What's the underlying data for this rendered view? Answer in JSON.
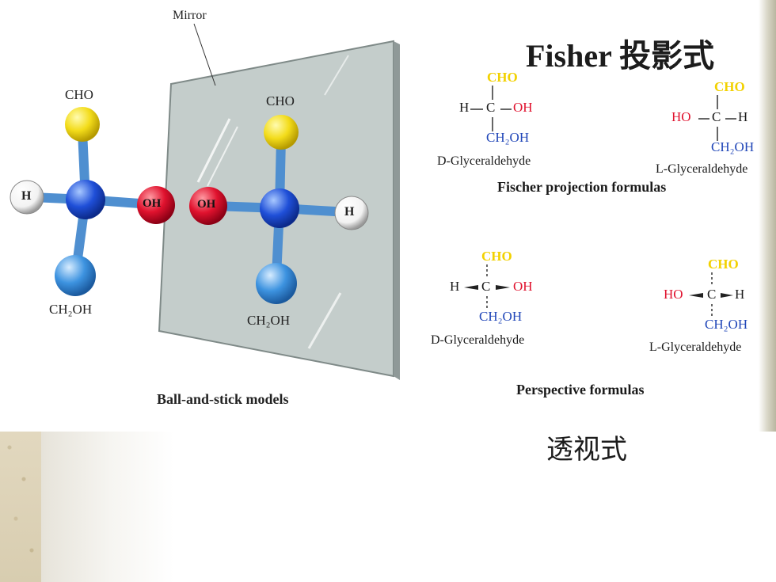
{
  "title": "Fisher 投影式",
  "subtitle_bottom": "透视式",
  "models": {
    "mirror_label": "Mirror",
    "caption": "Ball-and-stick models",
    "left": {
      "top": "CHO",
      "left": "H",
      "right": "OH",
      "bottom": "CH₂OH"
    },
    "right": {
      "top": "CHO",
      "left": "OH",
      "right": "H",
      "bottom": "CH₂OH"
    }
  },
  "fischer": {
    "heading": "Fischer projection formulas",
    "d": {
      "top": "CHO",
      "left": "H",
      "right": "OH",
      "center": "C",
      "bottom": "CH₂OH",
      "name": "D-Glyceraldehyde"
    },
    "l": {
      "top": "CHO",
      "left": "HO",
      "right": "H",
      "center": "C",
      "bottom": "CH₂OH",
      "name": "L-Glyceraldehyde"
    }
  },
  "perspective": {
    "heading": "Perspective formulas",
    "d": {
      "top": "CHO",
      "left": "H",
      "right": "OH",
      "center": "C",
      "bottom": "CH₂OH",
      "name": "D-Glyceraldehyde"
    },
    "l": {
      "top": "CHO",
      "left": "HO",
      "right": "H",
      "center": "C",
      "bottom": "CH₂OH",
      "name": "L-Glyceraldehyde"
    }
  },
  "colors": {
    "aldehyde": "#f2d100",
    "hydroxyl": "#e0122e",
    "carbon": "#2046b8",
    "bond": "#4f8fd0",
    "mirror": "#c4cdcb"
  }
}
